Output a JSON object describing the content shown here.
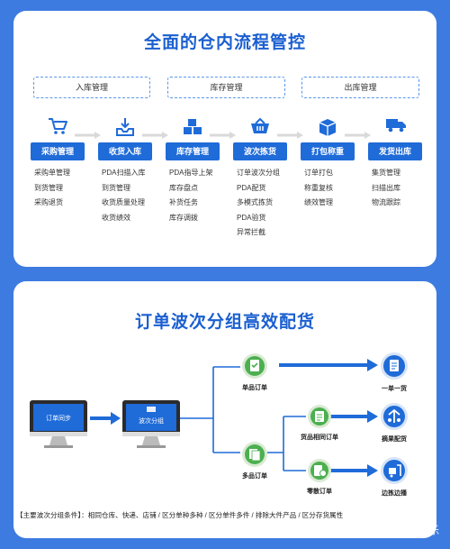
{
  "panel1": {
    "title": "全面的仓内流程管控",
    "stages": [
      "入库管理",
      "库存管理",
      "出库管理"
    ],
    "steps": [
      {
        "icon": "shopping-cart-icon",
        "label": "采购管理",
        "items": [
          "采购单管理",
          "到货管理",
          "采购退货"
        ]
      },
      {
        "icon": "inbox-download-icon",
        "label": "收货入库",
        "items": [
          "PDA扫描入库",
          "到货管理",
          "收货质量处理",
          "收货绩效"
        ]
      },
      {
        "icon": "stacked-boxes-icon",
        "label": "库存管理",
        "items": [
          "PDA指导上架",
          "库存盘点",
          "补货任务",
          "库存调拨"
        ]
      },
      {
        "icon": "basket-icon",
        "label": "波次拣货",
        "items": [
          "订单波次分组",
          "PDA配货",
          "多模式拣货",
          "PDA验货",
          "异常拦截"
        ]
      },
      {
        "icon": "package-icon",
        "label": "打包称重",
        "items": [
          "订单打包",
          "称重复核",
          "绩效管理"
        ]
      },
      {
        "icon": "delivery-truck-icon",
        "label": "发货出库",
        "items": [
          "集货管理",
          "扫描出库",
          "物流跟踪"
        ]
      }
    ]
  },
  "panel2": {
    "title": "订单波次分组高效配货",
    "monitor1": "订单同步",
    "monitor2": "波次分组",
    "single_order": "单品订单",
    "multi_order": "多品订单",
    "same_goods": "货品相同订单",
    "mixed": "零散订单",
    "out1": "一单一货",
    "out2": "摘果配货",
    "out3": "边拣边播",
    "footer": "【主要波次分组条件】：相同仓库、快递、店铺 / 区分单种多种 / 区分单件多件 / 排除大件产品 / 区分存货属性"
  },
  "watermark": "知乎 @涛小乐",
  "colors": {
    "primary": "#1f6bd8",
    "background": "#3d7be0",
    "accent_green": "#4caf50"
  }
}
